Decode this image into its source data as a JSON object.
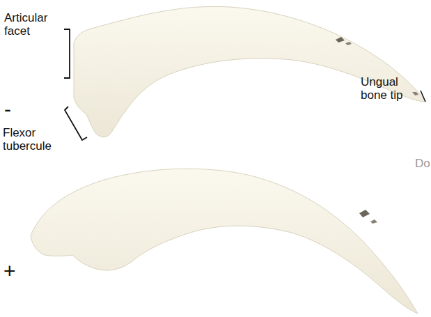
{
  "diagram": {
    "labels": [
      "Articular facet",
      "Flexor tubercule",
      "Ungual bone tip",
      "-",
      "+",
      "Do"
    ]
  }
}
